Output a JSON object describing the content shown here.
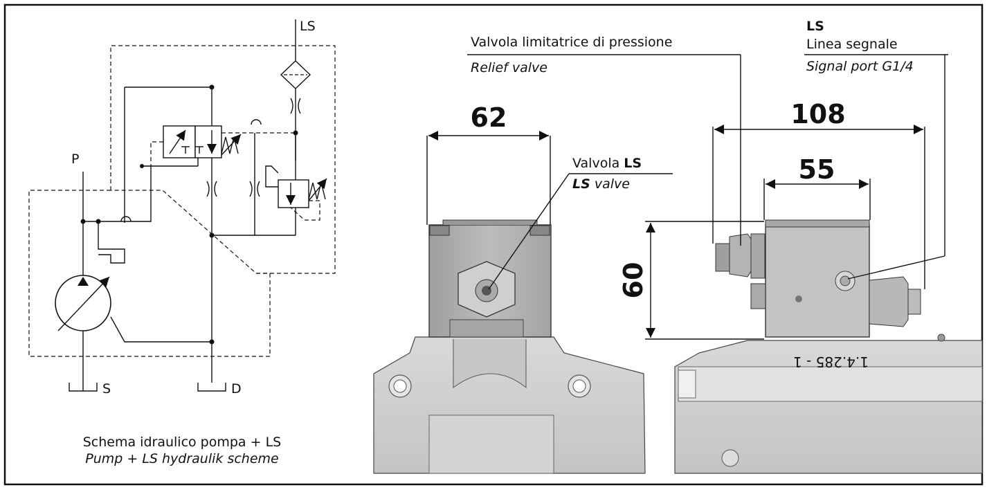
{
  "schematic": {
    "port_ls": "LS",
    "port_p": "P",
    "port_s": "S",
    "port_d": "D",
    "caption_it": "Schema idraulico pompa + LS",
    "caption_en": "Pump + LS hydraulik scheme"
  },
  "front_view": {
    "dim_width": "62",
    "ls_valve_it_prefix": "Valvola ",
    "ls_valve_it_bold": "LS",
    "ls_valve_en_bold": "LS",
    "ls_valve_en_suffix": " valve"
  },
  "side_view": {
    "relief_it": "Valvola limitatrice di pressione",
    "relief_en": "Relief valve",
    "signal_title": "LS",
    "signal_it": "Linea segnale",
    "signal_en": "Signal port G1/4",
    "dim_overall": "108",
    "dim_body": "55",
    "dim_height": "60",
    "casting_mark": "1.4.285 - 1"
  },
  "colors": {
    "body_gray": "#b8b8b8",
    "casting_gray": "#cfcfcf",
    "line": "#111111"
  }
}
